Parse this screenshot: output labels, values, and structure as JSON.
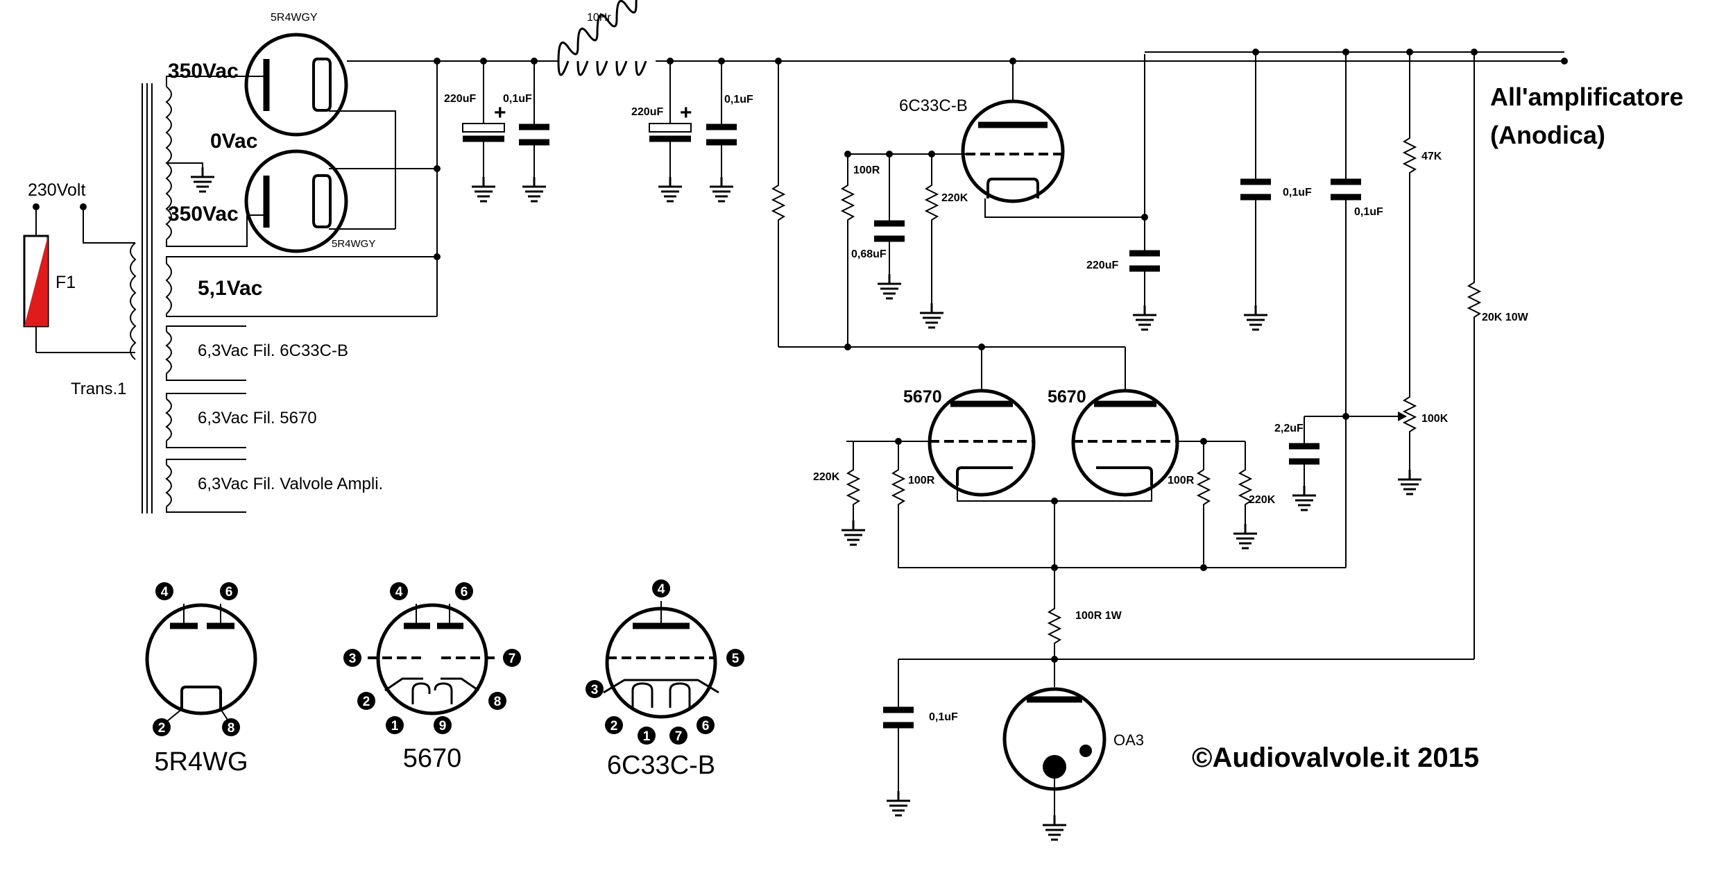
{
  "labels": {
    "mains": "230Volt",
    "fuse": "F1",
    "transformer": "Trans.1",
    "sec_hv_top": "350Vac",
    "sec_ct": "0Vac",
    "sec_hv_bottom": "350Vac",
    "sec_5v": "5,1Vac",
    "fil_1": "6,3Vac Fil. 6C33C-B",
    "fil_2": "6,3Vac Fil. 5670",
    "fil_3": "6,3Vac Fil. Valvole Ampli.",
    "rect_top": "5R4WGY",
    "rect_bottom": "5R4WGY",
    "choke": "10Hr",
    "c1": "220uF",
    "c2": "0,1uF",
    "c3": "220uF",
    "c4": "0,1uF",
    "plus1": "+",
    "plus2": "+",
    "tube_6c33": "6C33C-B",
    "r_100r_grid": "100R",
    "c_068": "0,68uF",
    "r_220k_grid": "220K",
    "c_220_out": "220uF",
    "c_01_a": "0,1uF",
    "c_01_b": "0,1uF",
    "r_47k": "47K",
    "r_20k": "20K 10W",
    "r_100k": "100K",
    "c_22": "2,2uF",
    "tube_5670_a": "5670",
    "tube_5670_b": "5670",
    "r_220k_left": "220K",
    "r_100r_left": "100R",
    "r_100r_right": "100R",
    "r_220k_right": "220K",
    "r_100r_1w": "100R 1W",
    "c_01_ref": "0,1uF",
    "tube_oa3": "OA3",
    "output_1": "All'amplificatore",
    "output_2": "(Anodica)",
    "copyright": "©Audiovalvole.it 2015"
  },
  "pinouts": {
    "p5r4": {
      "name": "5R4WG",
      "pins": [
        "4",
        "6",
        "2",
        "8"
      ]
    },
    "p5670": {
      "name": "5670",
      "pins": [
        "4",
        "6",
        "3",
        "7",
        "2",
        "8",
        "1",
        "9"
      ]
    },
    "p6c33": {
      "name": "6C33C-B",
      "pins": [
        "4",
        "3",
        "5",
        "2",
        "1",
        "7",
        "6"
      ]
    }
  },
  "colors": {
    "copyright": "#1a7a1a",
    "fuse_red": "#e01b1b"
  }
}
